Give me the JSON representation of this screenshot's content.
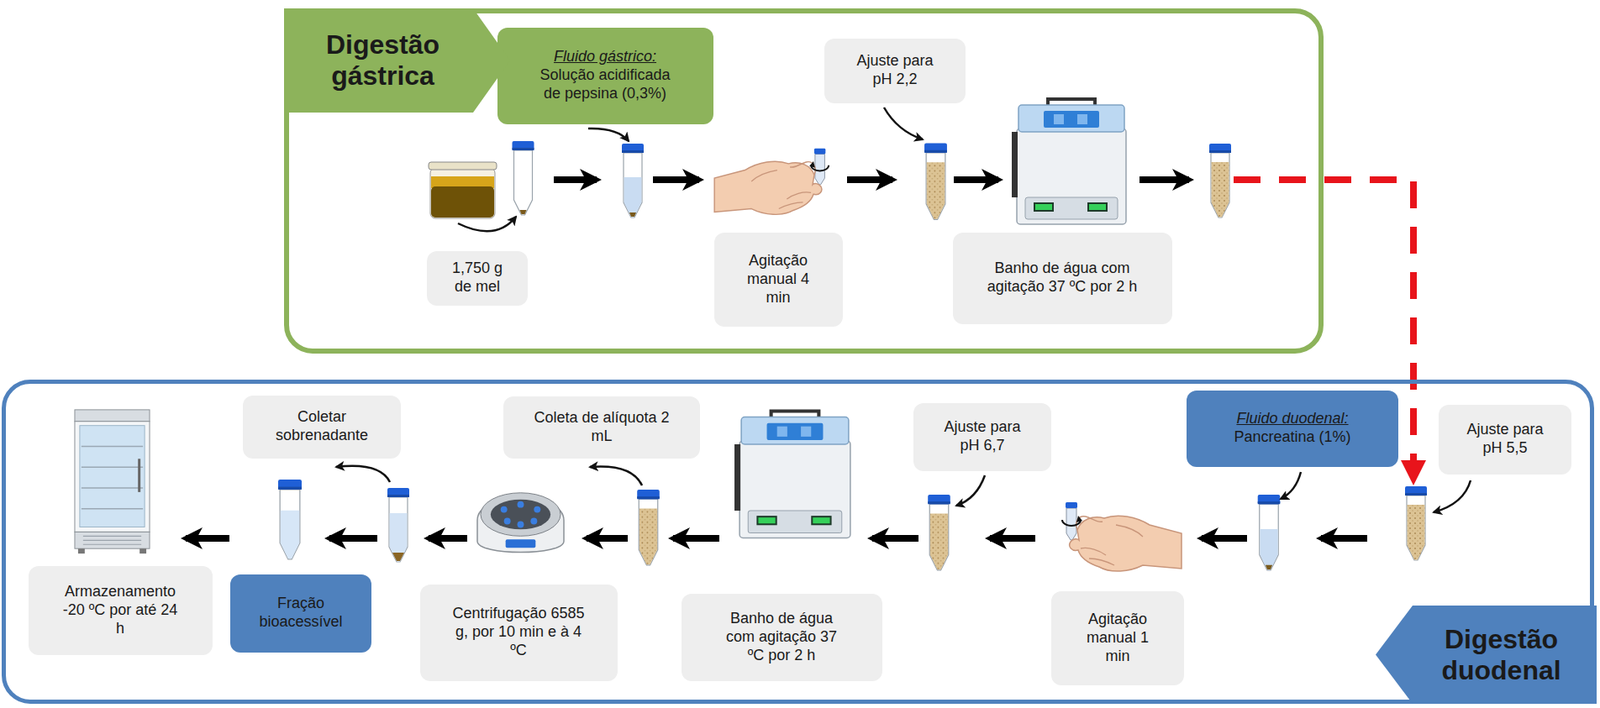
{
  "diagram": {
    "nodes": [
      {
        "text": [
          "Digestão gástrica"
        ]
      },
      {
        "text": [
          "Fluido gástrico:",
          "Solução acidificada de pepsina (0,3%)"
        ],
        "in": 0
      },
      {
        "text": [
          "1,750 g de mel"
        ],
        "in": 0
      },
      {
        "text": [
          "Agitação manual 4 min"
        ],
        "in": 0
      },
      {
        "text": [
          "Ajuste para pH 2,2"
        ],
        "in": 0
      },
      {
        "text": [
          "Banho de água com agitação 37 ºC por 2 h"
        ],
        "in": 0
      },
      {
        "text": [
          "Digestão duodenal"
        ]
      },
      {
        "text": [
          "Ajuste para pH 5,5"
        ],
        "in": 6
      },
      {
        "text": [
          "Fluido duodenal:",
          "Pancreatina (1%)"
        ],
        "in": 6
      },
      {
        "text": [
          "Agitação manual 1 min"
        ],
        "in": 6
      },
      {
        "text": [
          "Ajuste para pH 6,7"
        ],
        "in": 6
      },
      {
        "text": [
          "Banho de água com agitação 37 ºC por 2 h"
        ],
        "in": 6
      },
      {
        "text": [
          "Coleta de alíquota 2 mL"
        ],
        "in": 6
      },
      {
        "text": [
          "Centrifugação 6585 g, por 10 min e à 4 ºC"
        ],
        "in": 6
      },
      {
        "text": [
          "Coletar sobrenadante"
        ],
        "in": 6
      },
      {
        "text": [
          "Fração bioacessível"
        ],
        "in": 6
      },
      {
        "text": [
          "Armazenamento -20 ºC por até 24 h"
        ],
        "in": 6
      }
    ],
    "edges": [
      {
        "from": 0,
        "to": 6,
        "arrow": "to"
      }
    ]
  }
}
